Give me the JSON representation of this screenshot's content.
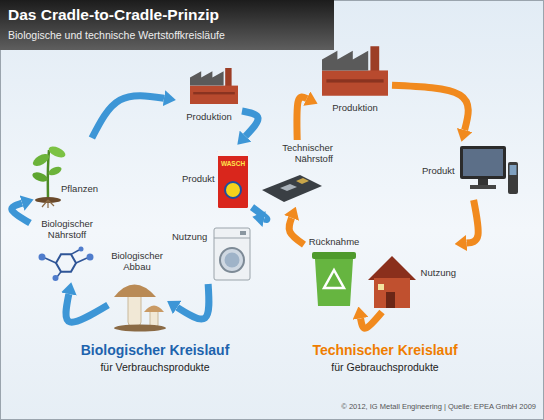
{
  "diagram": {
    "title": "Das Cradle-to-Cradle-Prinzip",
    "caption": "© 2012, IG Metall Engineering | Quelle: EPEA GmbH 2009",
    "nodes": [
      {
        "text": [
          "Produktion"
        ]
      },
      {
        "text": [
          "Produkt"
        ]
      },
      {
        "text": [
          "Nutzung"
        ]
      },
      {
        "text": [
          "Biologischer Abbau"
        ]
      },
      {
        "text": [
          "Biologischer Nährstoff"
        ]
      },
      {
        "text": [
          "Pflanzen"
        ]
      },
      {
        "text": [
          "Produktion"
        ]
      },
      {
        "text": [
          "Produkt"
        ]
      },
      {
        "text": [
          "Nutzung"
        ]
      },
      {
        "text": [
          "Rücknahme"
        ]
      },
      {
        "text": [
          "Technischer Nährstoff"
        ]
      }
    ],
    "edges": [
      {
        "from": 5,
        "to": 0,
        "arrow": "to"
      },
      {
        "from": 0,
        "to": 1,
        "arrow": "to"
      },
      {
        "from": 1,
        "to": 2,
        "arrow": "to"
      },
      {
        "from": 2,
        "to": 3,
        "arrow": "to"
      },
      {
        "from": 3,
        "to": 4,
        "arrow": "to"
      },
      {
        "from": 4,
        "to": 5,
        "arrow": "to"
      },
      {
        "from": 6,
        "to": 7,
        "arrow": "to"
      },
      {
        "from": 7,
        "to": 8,
        "arrow": "to"
      },
      {
        "from": 8,
        "to": 9,
        "arrow": "to"
      },
      {
        "from": 9,
        "to": 10,
        "arrow": "to"
      },
      {
        "from": 10,
        "to": 6,
        "arrow": "to"
      }
    ],
    "labels": [
      "Biologische und technische Wertstoffkreisläufe",
      "WASCH",
      "Biologischer Kreislauf",
      "für Verbrauchsprodukte",
      "Technischer Kreislauf",
      "für Gebrauchsprodukte"
    ]
  }
}
